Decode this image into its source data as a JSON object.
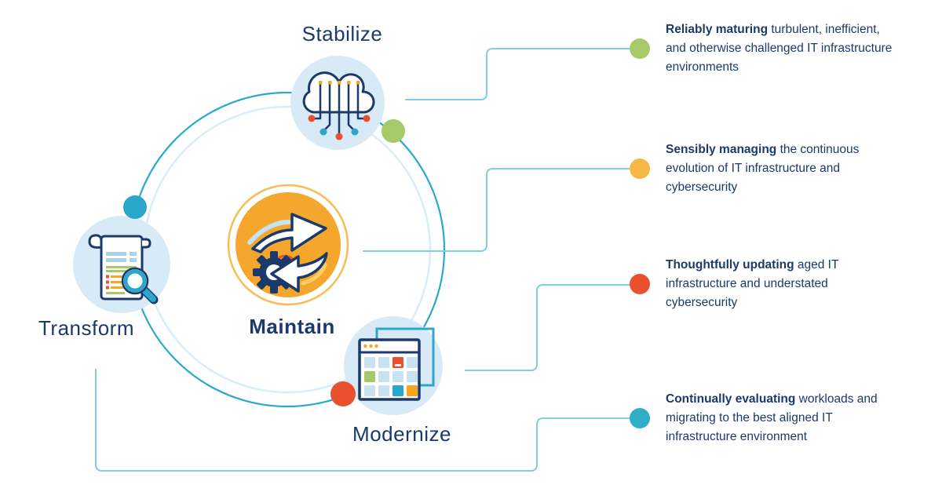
{
  "stages": {
    "stabilize": "Stabilize",
    "maintain": "Maintain",
    "transform": "Transform",
    "modernize": "Modernize"
  },
  "descriptions": [
    {
      "lead": "Reliably maturing",
      "line1_rest": " turbulent, inefficient,",
      "line2": "and otherwise challenged IT infrastructure",
      "line3": "environments",
      "dot_color": "#a6ca67"
    },
    {
      "lead": "Sensibly managing",
      "line1_rest": " the continuous",
      "line2": "evolution of IT infrastructure and",
      "line3": "cybersecurity",
      "dot_color": "#f8b845"
    },
    {
      "lead": "Thoughtfully updating",
      "line1_rest": " aged IT",
      "line2": "infrastructure and understated",
      "line3": "cybersecurity",
      "dot_color": "#e9512e"
    },
    {
      "lead": "Continually evaluating",
      "line1_rest": " workloads and",
      "line2": "migrating to the best aligned IT",
      "line3": "infrastructure environment",
      "dot_color": "#2fadc9"
    }
  ],
  "icons": {
    "stabilize": "cloud-network-icon",
    "transform": "document-audit-icon",
    "maintain": "sync-arrows-gear-icon",
    "modernize": "app-window-icon"
  },
  "colors": {
    "navy_text": "#1b3a6b",
    "light_circle": "#d8eaf5",
    "ring_teal": "#2aa9cf",
    "ring_echo": "#d9edf8",
    "connector": "#82cde4",
    "green": "#a6ca67",
    "amber": "#f8b845",
    "red_orange": "#e9512e",
    "teal": "#2aa7cb",
    "sky_blue": "#2fadc9",
    "maintain_orange": "#f5a62c",
    "maintain_ring": "#f7bc55"
  }
}
